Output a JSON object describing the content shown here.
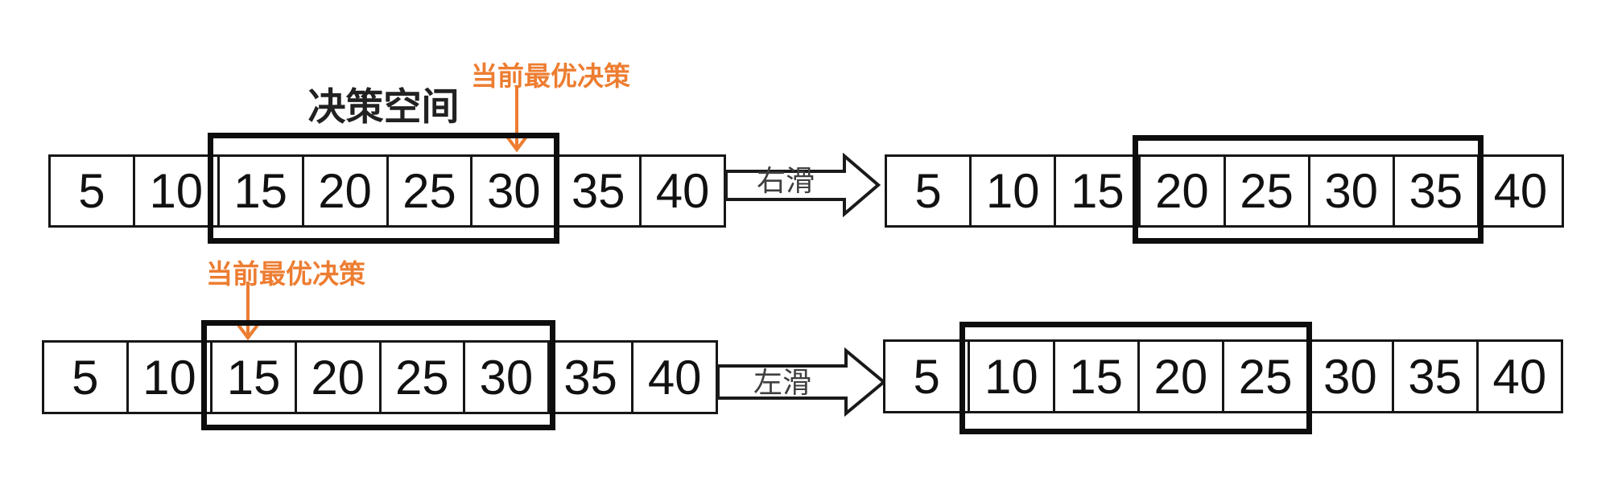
{
  "diagram": {
    "title_label": "决策空间",
    "current_best_label": "当前最优决策",
    "colors": {
      "annotation_orange": "#ED7D31",
      "box_border": "#000000"
    },
    "rows": [
      {
        "action": "右滑",
        "before": {
          "values": [
            "5",
            "10",
            "15",
            "20",
            "25",
            "30",
            "35",
            "40"
          ],
          "highlighted_values": [
            "15",
            "20",
            "25",
            "30"
          ],
          "current_best_value": "30"
        },
        "after": {
          "values": [
            "5",
            "10",
            "15",
            "20",
            "25",
            "30",
            "35",
            "40"
          ],
          "highlighted_values": [
            "20",
            "25",
            "30",
            "35"
          ]
        }
      },
      {
        "action": "左滑",
        "before": {
          "values": [
            "5",
            "10",
            "15",
            "20",
            "25",
            "30",
            "35",
            "40"
          ],
          "highlighted_values": [
            "15",
            "20",
            "25",
            "30"
          ],
          "current_best_value": "15"
        },
        "after": {
          "values": [
            "5",
            "10",
            "15",
            "20",
            "25",
            "30",
            "35",
            "40"
          ],
          "highlighted_values": [
            "10",
            "15",
            "20",
            "25"
          ]
        }
      }
    ]
  }
}
